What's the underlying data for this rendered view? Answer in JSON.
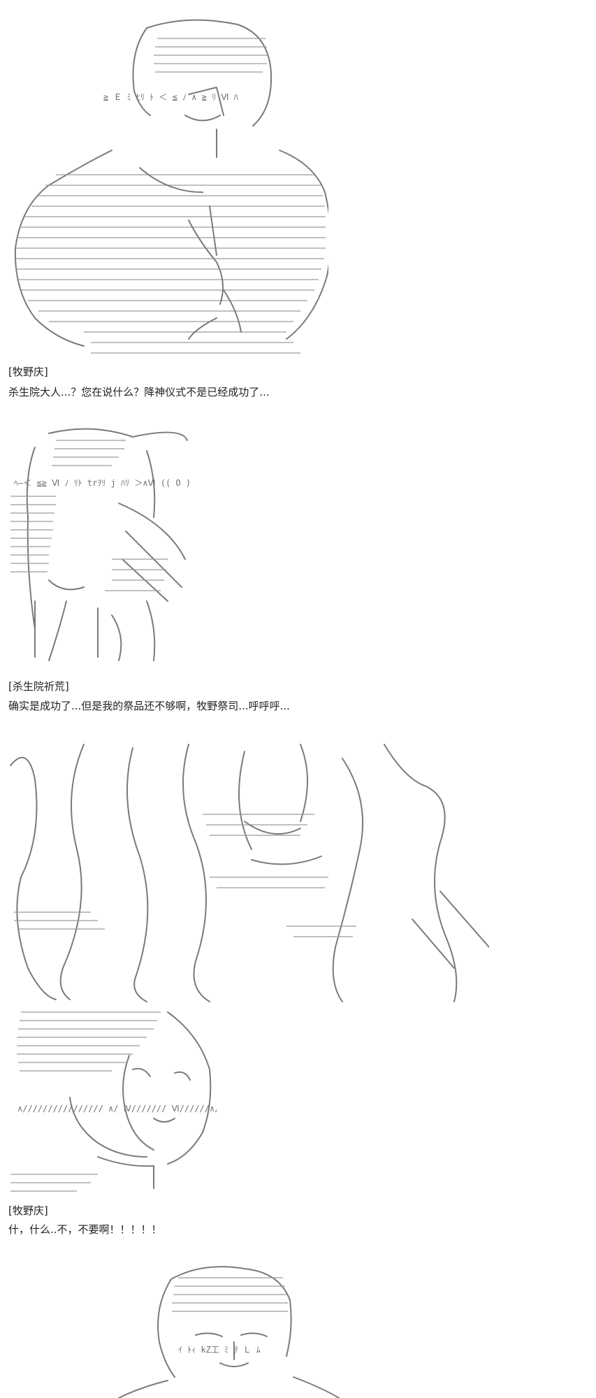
{
  "dialogue": [
    {
      "speaker": "[牧野庆]",
      "line": "杀生院大人...？您在说什么？降神仪式不是已经成功了..."
    },
    {
      "speaker": "[杀生院祈荒]",
      "line": "确实是成功了...但是我的祭品还不够啊，牧野祭司...呼呼呼..."
    },
    {
      "speaker": "[牧野庆]",
      "line": "什，什么..不，不要啊！！！！！"
    }
  ],
  "art": {
    "art1_glyphs": "≧ Ｅ ﾐ ﾋﾘ ﾄ ＜ ≦ ﾉ ∧ ≧ ﾘ Ⅵ ﾊ",
    "art2_glyphs": "ﾍ―＜ ≦≧ Ⅵ ﾉ ﾘﾄ trｦﾘ j ﾊﾘ ＞∧Ⅵ (( O )) ﾆ三ヽ ｲ ﾊ ∧ﾊ ﾉ",
    "art4_glyphs": "∧//////////////// ∧/ Ⅳ/////// Ⅵ//////∧/ Ⅳ ∨//// ∧ Ⅳ ∧∨ Ⅵ U (ｰ) z ヒ Ｌ",
    "art5_glyphs": "ｲ ﾄｨ kZ工 ﾐ ｦ Ｌ ﾑ"
  },
  "colors": {
    "text": "#222222",
    "art_stroke": "#7a7a7a",
    "background": "#ffffff"
  }
}
